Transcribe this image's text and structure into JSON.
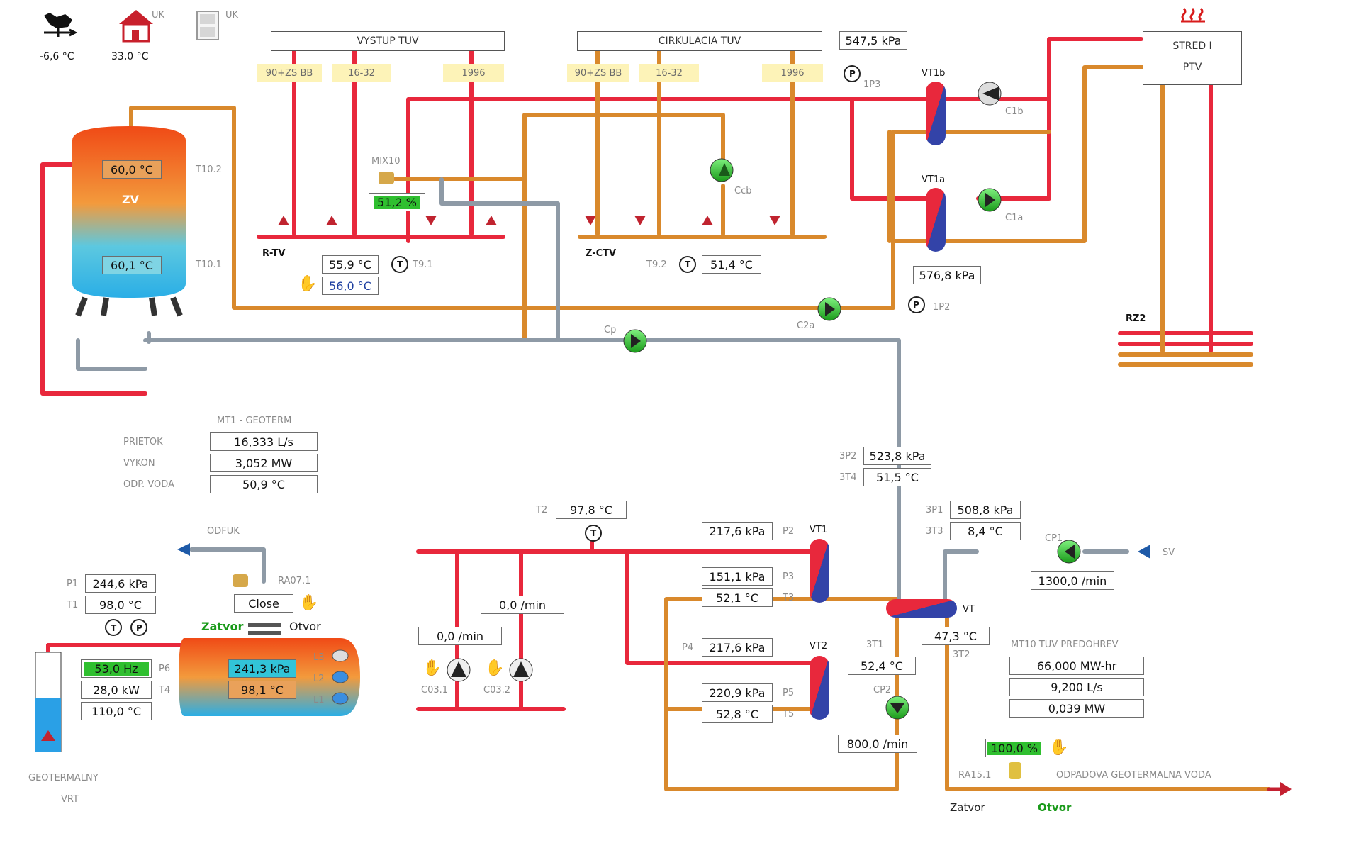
{
  "weather": {
    "outdoor_temp": "-6,6 °C",
    "uk_temp": "33,0 °C",
    "uk_label": "UK"
  },
  "headers": {
    "vystup_tuv": "VYSTUP TUV",
    "cirkulacia_tuv": "CIRKULACIA TUV",
    "stred_line1": "STRED I",
    "stred_line2": "PTV"
  },
  "branch_tags": {
    "t1": "90+ZS BB",
    "t2": "16-32",
    "t3": "1996"
  },
  "pressure_top": "547,5 kPa",
  "labels": {
    "p_1p3": "1P3",
    "vt1b": "VT1b",
    "c1b": "C1b",
    "vt1a": "VT1a",
    "c1a": "C1a",
    "mix10": "MIX10",
    "ccb": "Ccb",
    "t10_2": "T10.2",
    "t10_1": "T10.1",
    "zv": "ZV",
    "rtv": "R-TV",
    "zctv": "Z-CTV",
    "t9_1": "T9.1",
    "t9_2": "T9.2",
    "c2a": "C2a",
    "p_1p2": "1P2",
    "cp": "Cp",
    "rz2": "RZ2",
    "mt1_title": "MT1 - GEOTERM",
    "prietok": "PRIETOK",
    "vykon": "VYKON",
    "odp_voda": "ODP. VODA",
    "odfuk": "ODFUK",
    "ra07_1": "RA07.1",
    "zatvor": "Zatvor",
    "otvor": "Otvor",
    "p1": "P1",
    "t1": "T1",
    "p6": "P6",
    "t4": "T4",
    "l3": "L3",
    "l2": "L2",
    "l1": "L1",
    "geo1": "GEOTERMALNY",
    "geo2": "VRT",
    "c03_1": "C03.1",
    "c03_2": "C03.2",
    "t2": "T2",
    "p2": "P2",
    "vt1": "VT1",
    "p3": "P3",
    "t3": "T3",
    "p4": "P4",
    "vt2": "VT2",
    "p5": "P5",
    "t5": "T5",
    "l3p2": "3P2",
    "l3t4": "3T4",
    "l3p1": "3P1",
    "l3t3": "3T3",
    "cp1": "CP1",
    "sv": "SV",
    "vt": "VT",
    "l3t1": "3T1",
    "l3t2": "3T2",
    "cp2": "CP2",
    "mt10_title": "MT10 TUV PREDOHREV",
    "ra15_1": "RA15.1",
    "odpadova": "ODPADOVA GEOTERMALNA VODA",
    "zatvor2": "Zatvor",
    "otvor2": "Otvor",
    "t_sym": "T",
    "p_sym": "P"
  },
  "values": {
    "zv_top": "60,0 °C",
    "zv_bottom": "60,1 °C",
    "mix10_pct": "51,2 %",
    "t9_1_a": "55,9 °C",
    "t9_1_b": "56,0 °C",
    "t9_2": "51,4 °C",
    "p_576": "576,8 kPa",
    "prietok": "16,333 L/s",
    "vykon": "3,052 MW",
    "odp_voda": "50,9 °C",
    "close_btn": "Close",
    "p1": "244,6 kPa",
    "t1": "98,0 °C",
    "hz": "53,0 Hz",
    "kw": "28,0 kW",
    "t4": "110,0 °C",
    "tank_p": "241,3 kPa",
    "tank_t": "98,1 °C",
    "c03_1_flow": "0,0 /min",
    "c03_2_flow": "0,0 /min",
    "t2": "97,8 °C",
    "p2": "217,6 kPa",
    "p3": "151,1 kPa",
    "t3": "52,1 °C",
    "p4": "217,6 kPa",
    "p5": "220,9 kPa",
    "t5": "52,8 °C",
    "p_3p2": "523,8 kPa",
    "t_3t4": "51,5 °C",
    "p_3p1": "508,8 kPa",
    "t_3t3": "8,4 °C",
    "cp1_flow": "1300,0 /min",
    "vt_t2": "47,3 °C",
    "t_3t1": "52,4 °C",
    "cp2_flow": "800,0 /min",
    "mt10_1": "66,000 MW-hr",
    "mt10_2": "9,200 L/s",
    "mt10_3": "0,039 MW",
    "ra15_pct": "100,0 %"
  },
  "icons": {
    "weather": "rooster-weathervane-icon",
    "house": "house-icon",
    "window": "window-icon",
    "heating": "heating-icon",
    "hand": "manual-hand-icon"
  },
  "colors": {
    "hot": "#e8283c",
    "warm": "#d9892c",
    "cold": "#8e9aa6",
    "green": "#2fbf2f",
    "cyan": "#32c4d8"
  }
}
